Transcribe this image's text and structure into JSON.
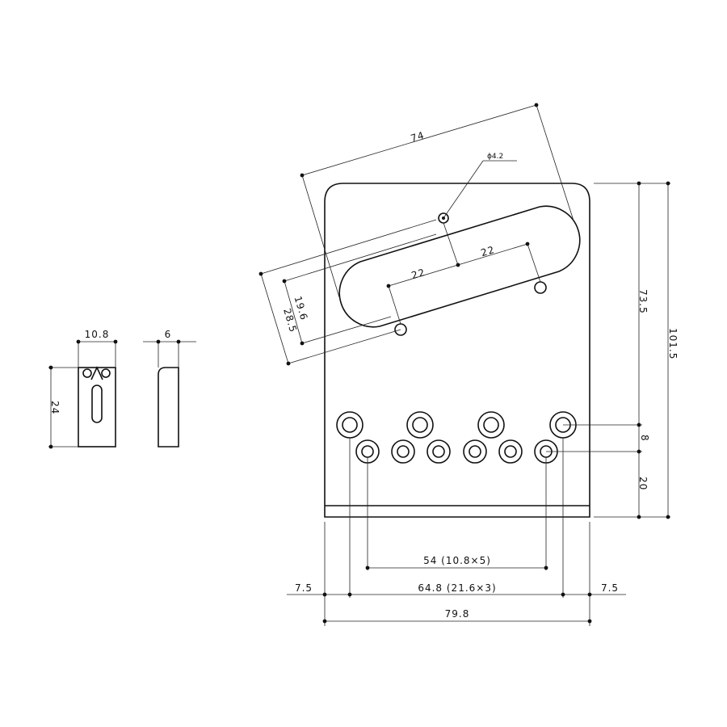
{
  "dimensions": {
    "cutout_length": "74",
    "hole_diameter": "ϕ4.2",
    "hole_spacing_left": "22",
    "hole_spacing_right": "22",
    "inner_height": "19.6",
    "outer_height": "28.5",
    "height_upper": "73.5",
    "height_total": "101.5",
    "row_gap": "8",
    "bottom_margin": "20",
    "small_row_span": "54 (10.8×5)",
    "large_row_span": "64.8 (21.6×3)",
    "edge_left": "7.5",
    "edge_right": "7.5",
    "total_width": "79.8",
    "saddle_width": "10.8",
    "saddle_depth": "6",
    "saddle_height": "24"
  }
}
